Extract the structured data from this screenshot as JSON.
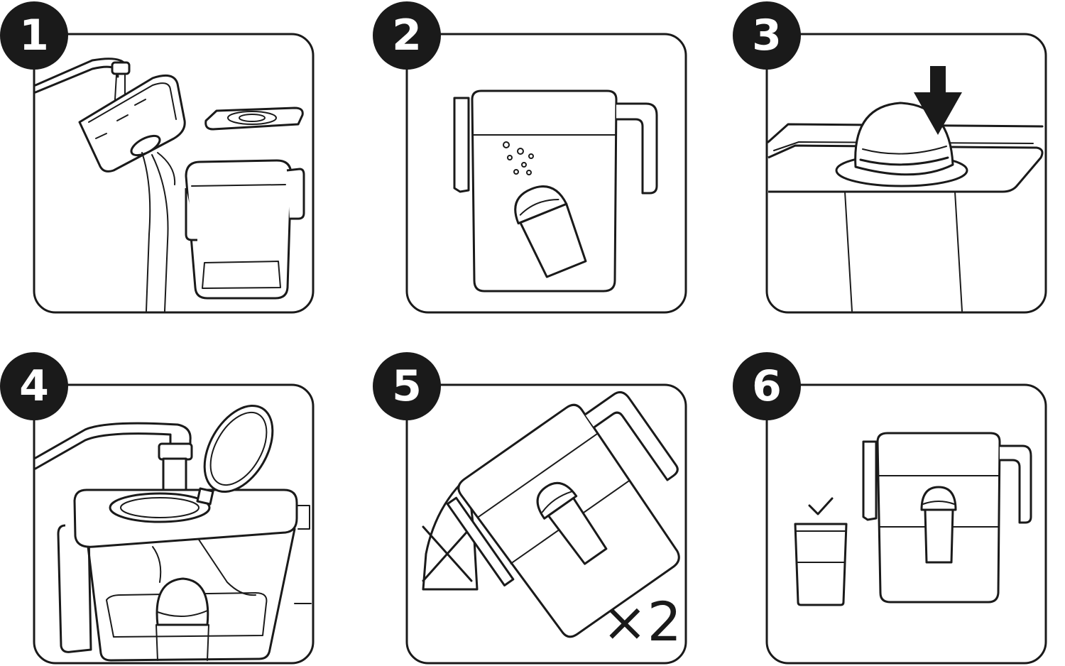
{
  "steps": [
    {
      "number": "1"
    },
    {
      "number": "2"
    },
    {
      "number": "3"
    },
    {
      "number": "4"
    },
    {
      "number": "5",
      "repeat_label": "×2"
    },
    {
      "number": "6"
    }
  ],
  "colors": {
    "ink": "#1a1a1a",
    "background": "#ffffff"
  },
  "icons": [
    "faucet-icon",
    "filter-cartridge-icon",
    "pitcher-lid-icon",
    "pitcher-icon",
    "bubbles-icon",
    "down-arrow-icon",
    "cross-mark-icon",
    "checkmark-icon",
    "glass-icon"
  ]
}
